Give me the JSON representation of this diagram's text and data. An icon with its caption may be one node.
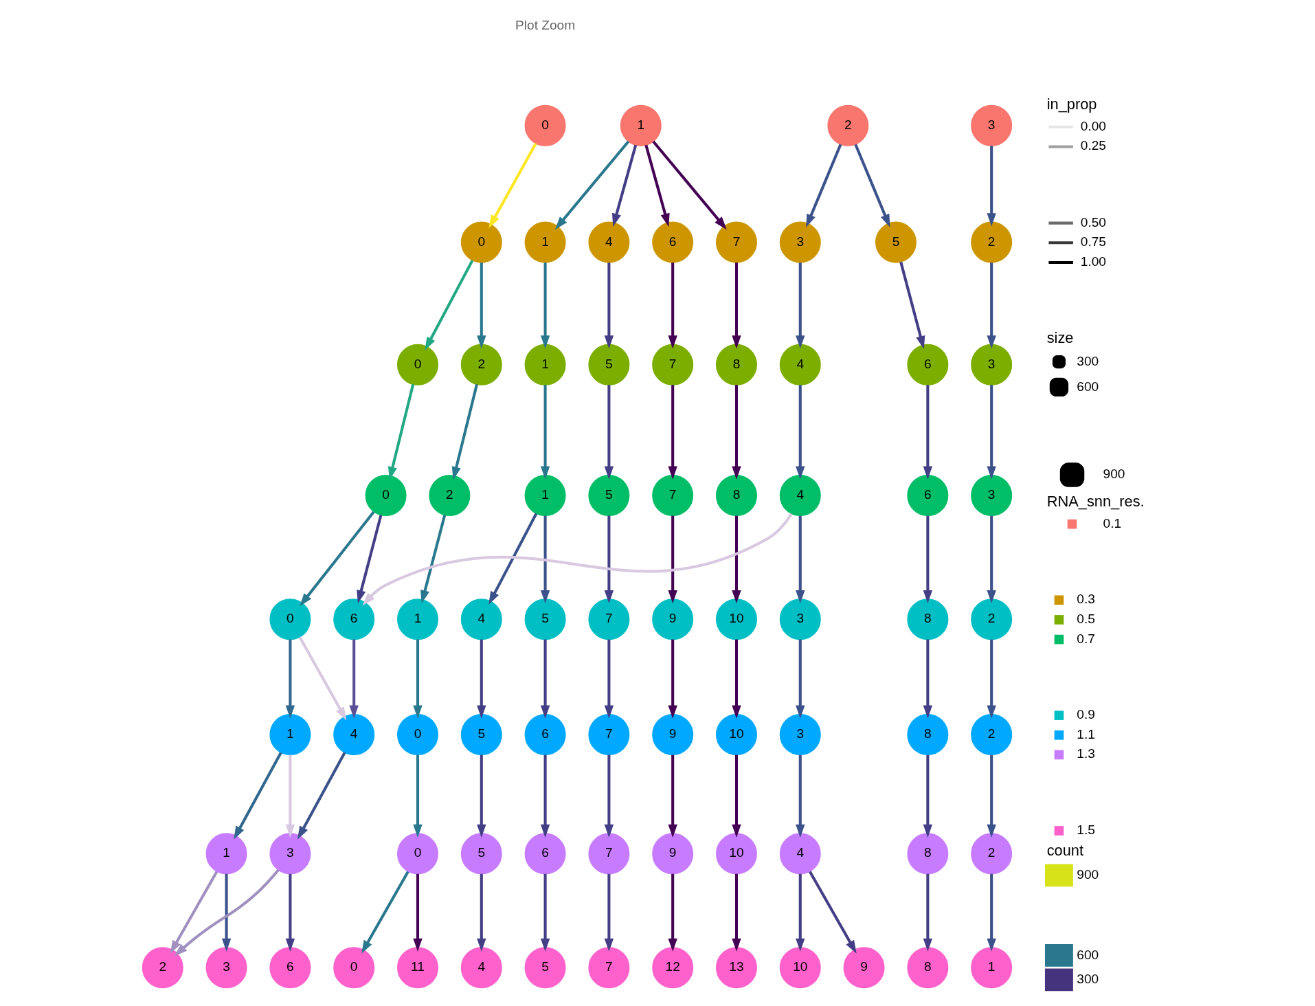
{
  "diagram": {
    "nodes": [
      {
        "text": [
          "0"
        ]
      },
      {
        "text": [
          "1"
        ]
      },
      {
        "text": [
          "2"
        ]
      },
      {
        "text": [
          "3"
        ]
      },
      {
        "text": [
          "0"
        ]
      },
      {
        "text": [
          "1"
        ]
      },
      {
        "text": [
          "4"
        ]
      },
      {
        "text": [
          "6"
        ]
      },
      {
        "text": [
          "7"
        ]
      },
      {
        "text": [
          "3"
        ]
      },
      {
        "text": [
          "5"
        ]
      },
      {
        "text": [
          "2"
        ]
      },
      {
        "text": [
          "0"
        ]
      },
      {
        "text": [
          "2"
        ]
      },
      {
        "text": [
          "1"
        ]
      },
      {
        "text": [
          "5"
        ]
      },
      {
        "text": [
          "7"
        ]
      },
      {
        "text": [
          "8"
        ]
      },
      {
        "text": [
          "4"
        ]
      },
      {
        "text": [
          "6"
        ]
      },
      {
        "text": [
          "3"
        ]
      },
      {
        "text": [
          "0"
        ]
      },
      {
        "text": [
          "2"
        ]
      },
      {
        "text": [
          "1"
        ]
      },
      {
        "text": [
          "5"
        ]
      },
      {
        "text": [
          "7"
        ]
      },
      {
        "text": [
          "8"
        ]
      },
      {
        "text": [
          "4"
        ]
      },
      {
        "text": [
          "6"
        ]
      },
      {
        "text": [
          "3"
        ]
      },
      {
        "text": [
          "0"
        ]
      },
      {
        "text": [
          "6"
        ]
      },
      {
        "text": [
          "1"
        ]
      },
      {
        "text": [
          "4"
        ]
      },
      {
        "text": [
          "5"
        ]
      },
      {
        "text": [
          "7"
        ]
      },
      {
        "text": [
          "9"
        ]
      },
      {
        "text": [
          "10"
        ]
      },
      {
        "text": [
          "3"
        ]
      },
      {
        "text": [
          "8"
        ]
      },
      {
        "text": [
          "2"
        ]
      },
      {
        "text": [
          "1"
        ]
      },
      {
        "text": [
          "4"
        ]
      },
      {
        "text": [
          "0"
        ]
      },
      {
        "text": [
          "5"
        ]
      },
      {
        "text": [
          "6"
        ]
      },
      {
        "text": [
          "7"
        ]
      },
      {
        "text": [
          "9"
        ]
      },
      {
        "text": [
          "10"
        ]
      },
      {
        "text": [
          "3"
        ]
      },
      {
        "text": [
          "8"
        ]
      },
      {
        "text": [
          "2"
        ]
      },
      {
        "text": [
          "1"
        ]
      },
      {
        "text": [
          "3"
        ]
      },
      {
        "text": [
          "0"
        ]
      },
      {
        "text": [
          "5"
        ]
      },
      {
        "text": [
          "6"
        ]
      },
      {
        "text": [
          "7"
        ]
      },
      {
        "text": [
          "9"
        ]
      },
      {
        "text": [
          "10"
        ]
      },
      {
        "text": [
          "4"
        ]
      },
      {
        "text": [
          "8"
        ]
      },
      {
        "text": [
          "2"
        ]
      },
      {
        "text": [
          "2"
        ]
      },
      {
        "text": [
          "3"
        ]
      },
      {
        "text": [
          "6"
        ]
      },
      {
        "text": [
          "0"
        ]
      },
      {
        "text": [
          "11"
        ]
      },
      {
        "text": [
          "4"
        ]
      },
      {
        "text": [
          "5"
        ]
      },
      {
        "text": [
          "7"
        ]
      },
      {
        "text": [
          "12"
        ]
      },
      {
        "text": [
          "13"
        ]
      },
      {
        "text": [
          "10"
        ]
      },
      {
        "text": [
          "9"
        ]
      },
      {
        "text": [
          "8"
        ]
      },
      {
        "text": [
          "1"
        ]
      }
    ],
    "edges": [
      {
        "from": 0,
        "to": 4,
        "arrow": "to",
        "color": "#fde725"
      },
      {
        "from": 1,
        "to": 5,
        "arrow": "to",
        "color": "#2a788e"
      },
      {
        "from": 1,
        "to": 6,
        "arrow": "to"
      },
      {
        "from": 1,
        "to": 7,
        "arrow": "to",
        "color": "#440154"
      },
      {
        "from": 1,
        "to": 8,
        "arrow": "to",
        "color": "#440154"
      },
      {
        "from": 2,
        "to": 9,
        "arrow": "to",
        "color": "#3b528b"
      },
      {
        "from": 2,
        "to": 10,
        "arrow": "to",
        "color": "#3b528b"
      },
      {
        "from": 3,
        "to": 11,
        "arrow": "to",
        "color": "#3b528b"
      },
      {
        "from": 4,
        "to": 12,
        "arrow": "to",
        "color": "#22a884"
      },
      {
        "from": 4,
        "to": 13,
        "arrow": "to",
        "color": "#2a788e"
      },
      {
        "from": 5,
        "to": 14,
        "arrow": "to",
        "color": "#2a788e"
      },
      {
        "from": 6,
        "to": 15,
        "arrow": "to"
      },
      {
        "from": 7,
        "to": 16,
        "arrow": "to",
        "color": "#440154"
      },
      {
        "from": 8,
        "to": 17,
        "arrow": "to",
        "color": "#440154"
      },
      {
        "from": 9,
        "to": 18,
        "arrow": "to",
        "color": "#3b528b"
      },
      {
        "from": 10,
        "to": 19,
        "arrow": "to"
      },
      {
        "from": 11,
        "to": 20,
        "arrow": "to",
        "color": "#3b528b"
      },
      {
        "from": 12,
        "to": 21,
        "arrow": "to",
        "color": "#22a884"
      },
      {
        "from": 13,
        "to": 22,
        "arrow": "to",
        "color": "#2a788e"
      },
      {
        "from": 14,
        "to": 23,
        "arrow": "to",
        "color": "#2a788e"
      },
      {
        "from": 15,
        "to": 24,
        "arrow": "to"
      },
      {
        "from": 16,
        "to": 25,
        "arrow": "to",
        "color": "#440154"
      },
      {
        "from": 17,
        "to": 26,
        "arrow": "to",
        "color": "#440154"
      },
      {
        "from": 18,
        "to": 27,
        "arrow": "to",
        "color": "#3b528b"
      },
      {
        "from": 19,
        "to": 28,
        "arrow": "to"
      },
      {
        "from": 20,
        "to": 29,
        "arrow": "to",
        "color": "#3b528b"
      },
      {
        "from": 21,
        "to": 30,
        "arrow": "to",
        "color": "#2a788e"
      },
      {
        "from": 21,
        "to": 31,
        "arrow": "to"
      },
      {
        "from": 22,
        "to": 32,
        "arrow": "to",
        "color": "#2a788e"
      },
      {
        "from": 23,
        "to": 33,
        "arrow": "to",
        "color": "#3b528b"
      },
      {
        "from": 23,
        "to": 34,
        "arrow": "to",
        "color": "#3b528b"
      },
      {
        "from": 24,
        "to": 35,
        "arrow": "to"
      },
      {
        "from": 25,
        "to": 36,
        "arrow": "to",
        "color": "#440154"
      },
      {
        "from": 26,
        "to": 37,
        "arrow": "to",
        "color": "#440154"
      },
      {
        "from": 27,
        "to": 38,
        "arrow": "to",
        "color": "#3b528b"
      },
      {
        "from": 28,
        "to": 39,
        "arrow": "to"
      },
      {
        "from": 29,
        "to": 40,
        "arrow": "to",
        "color": "#3b528b"
      },
      {
        "from": 27,
        "to": 31,
        "arrow": "to",
        "color": "#d8c8e0"
      },
      {
        "from": 30,
        "to": 41,
        "arrow": "to",
        "color": "#31688e"
      },
      {
        "from": 30,
        "to": 42,
        "arrow": "to",
        "color": "#d8c8e0"
      },
      {
        "from": 31,
        "to": 42,
        "arrow": "to",
        "color": "#5a4f95"
      },
      {
        "from": 32,
        "to": 43,
        "arrow": "to",
        "color": "#2a788e"
      },
      {
        "from": 33,
        "to": 44,
        "arrow": "to"
      },
      {
        "from": 34,
        "to": 45,
        "arrow": "to"
      },
      {
        "from": 35,
        "to": 46,
        "arrow": "to"
      },
      {
        "from": 36,
        "to": 47,
        "arrow": "to",
        "color": "#440154"
      },
      {
        "from": 37,
        "to": 48,
        "arrow": "to",
        "color": "#440154"
      },
      {
        "from": 38,
        "to": 49,
        "arrow": "to",
        "color": "#3b528b"
      },
      {
        "from": 39,
        "to": 50,
        "arrow": "to"
      },
      {
        "from": 40,
        "to": 51,
        "arrow": "to",
        "color": "#3b528b"
      },
      {
        "from": 41,
        "to": 52,
        "arrow": "to",
        "color": "#31688e"
      },
      {
        "from": 41,
        "to": 53,
        "arrow": "to",
        "color": "#d8c8e0"
      },
      {
        "from": 42,
        "to": 53,
        "arrow": "to",
        "color": "#3b528b"
      },
      {
        "from": 43,
        "to": 54,
        "arrow": "to",
        "color": "#2a788e"
      },
      {
        "from": 44,
        "to": 55,
        "arrow": "to"
      },
      {
        "from": 45,
        "to": 56,
        "arrow": "to"
      },
      {
        "from": 46,
        "to": 57,
        "arrow": "to"
      },
      {
        "from": 47,
        "to": 58,
        "arrow": "to",
        "color": "#440154"
      },
      {
        "from": 48,
        "to": 59,
        "arrow": "to",
        "color": "#440154"
      },
      {
        "from": 49,
        "to": 60,
        "arrow": "to",
        "color": "#3b528b"
      },
      {
        "from": 50,
        "to": 61,
        "arrow": "to"
      },
      {
        "from": 51,
        "to": 62,
        "arrow": "to",
        "color": "#3b528b"
      },
      {
        "from": 52,
        "to": 63,
        "arrow": "to",
        "color": "#a090c0"
      },
      {
        "from": 52,
        "to": 64,
        "arrow": "to",
        "color": "#3b528b"
      },
      {
        "from": 53,
        "to": 63,
        "arrow": "to",
        "color": "#a090c0"
      },
      {
        "from": 53,
        "to": 65,
        "arrow": "to"
      },
      {
        "from": 54,
        "to": 66,
        "arrow": "to",
        "color": "#2a788e"
      },
      {
        "from": 54,
        "to": 67,
        "arrow": "to",
        "color": "#440154"
      },
      {
        "from": 55,
        "to": 68,
        "arrow": "to"
      },
      {
        "from": 56,
        "to": 69,
        "arrow": "to"
      },
      {
        "from": 57,
        "to": 70,
        "arrow": "to"
      },
      {
        "from": 58,
        "to": 71,
        "arrow": "to",
        "color": "#440154"
      },
      {
        "from": 59,
        "to": 72,
        "arrow": "to",
        "color": "#440154"
      },
      {
        "from": 60,
        "to": 73,
        "arrow": "to"
      },
      {
        "from": 60,
        "to": 74,
        "arrow": "to"
      },
      {
        "from": 61,
        "to": 75,
        "arrow": "to"
      },
      {
        "from": 62,
        "to": 76,
        "arrow": "to",
        "color": "#3b528b"
      }
    ],
    "labels": [
      "Plot Zoom",
      "in_prop",
      "size",
      "RNA_snn_res.",
      "count",
      "900",
      "600",
      "300"
    ],
    "legend": [
      {
        "text": "0.00"
      },
      {
        "text": "0.25"
      },
      {
        "text": "0.50"
      },
      {
        "text": "0.75"
      },
      {
        "text": "1.00"
      },
      {
        "text": "300"
      },
      {
        "text": "600"
      },
      {
        "text": "900"
      },
      {
        "text": "0.1",
        "color": "#f8766d"
      },
      {
        "text": "0.3",
        "color": "#cd9600"
      },
      {
        "text": "0.5",
        "color": "#7cae00"
      },
      {
        "text": "0.7",
        "color": "#00be67"
      },
      {
        "text": "0.9",
        "color": "#00bfc4"
      },
      {
        "text": "1.1",
        "color": "#00a9ff"
      },
      {
        "text": "1.3",
        "color": "#c77cff"
      },
      {
        "text": "1.5",
        "color": "#ff61cc"
      }
    ]
  }
}
